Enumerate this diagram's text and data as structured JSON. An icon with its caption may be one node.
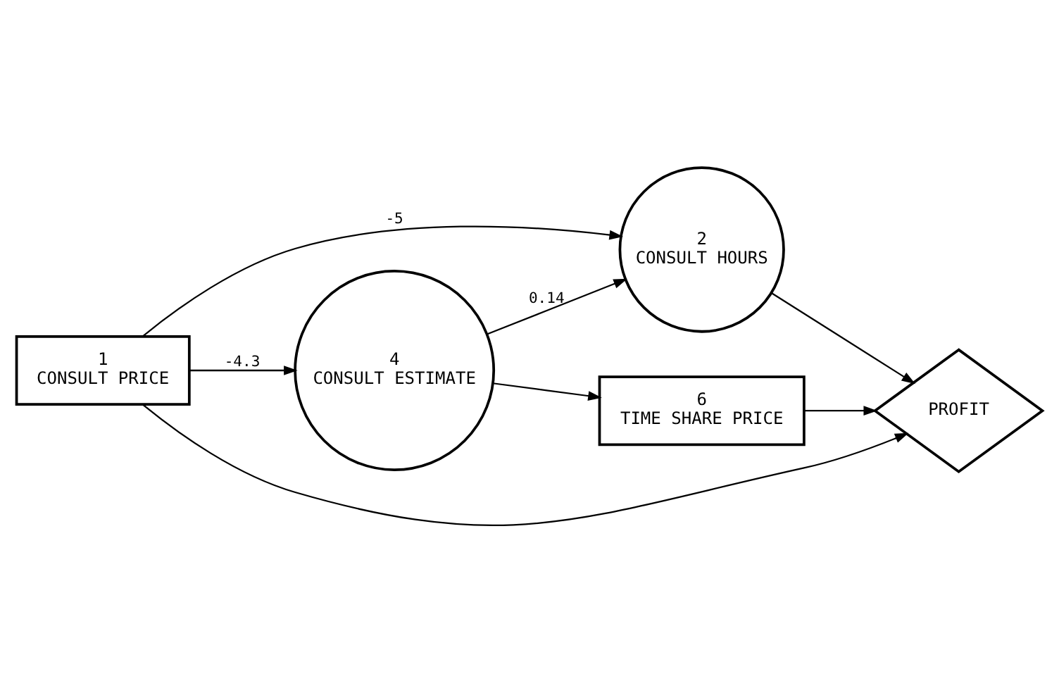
{
  "diagram": {
    "nodes": [
      {
        "text": [
          "1",
          "CONSULT PRICE"
        ]
      },
      {
        "text": [
          "2",
          "CONSULT HOURS"
        ]
      },
      {
        "text": [
          "4",
          "CONSULT ESTIMATE"
        ]
      },
      {
        "text": [
          "6",
          "TIME SHARE PRICE"
        ]
      },
      {
        "text": [
          "PROFIT"
        ]
      }
    ],
    "edges": [
      {
        "from": 0,
        "to": 1,
        "arrow": "to",
        "label": "-5"
      },
      {
        "from": 0,
        "to": 4,
        "arrow": "to"
      },
      {
        "from": 0,
        "to": 2,
        "arrow": "to",
        "label": "-4.3"
      },
      {
        "from": 2,
        "to": 1,
        "arrow": "to",
        "label": "0.14"
      },
      {
        "from": 1,
        "to": 4,
        "arrow": "to"
      },
      {
        "from": 2,
        "to": 3,
        "arrow": "to"
      },
      {
        "from": 3,
        "to": 4,
        "arrow": "to"
      }
    ]
  }
}
